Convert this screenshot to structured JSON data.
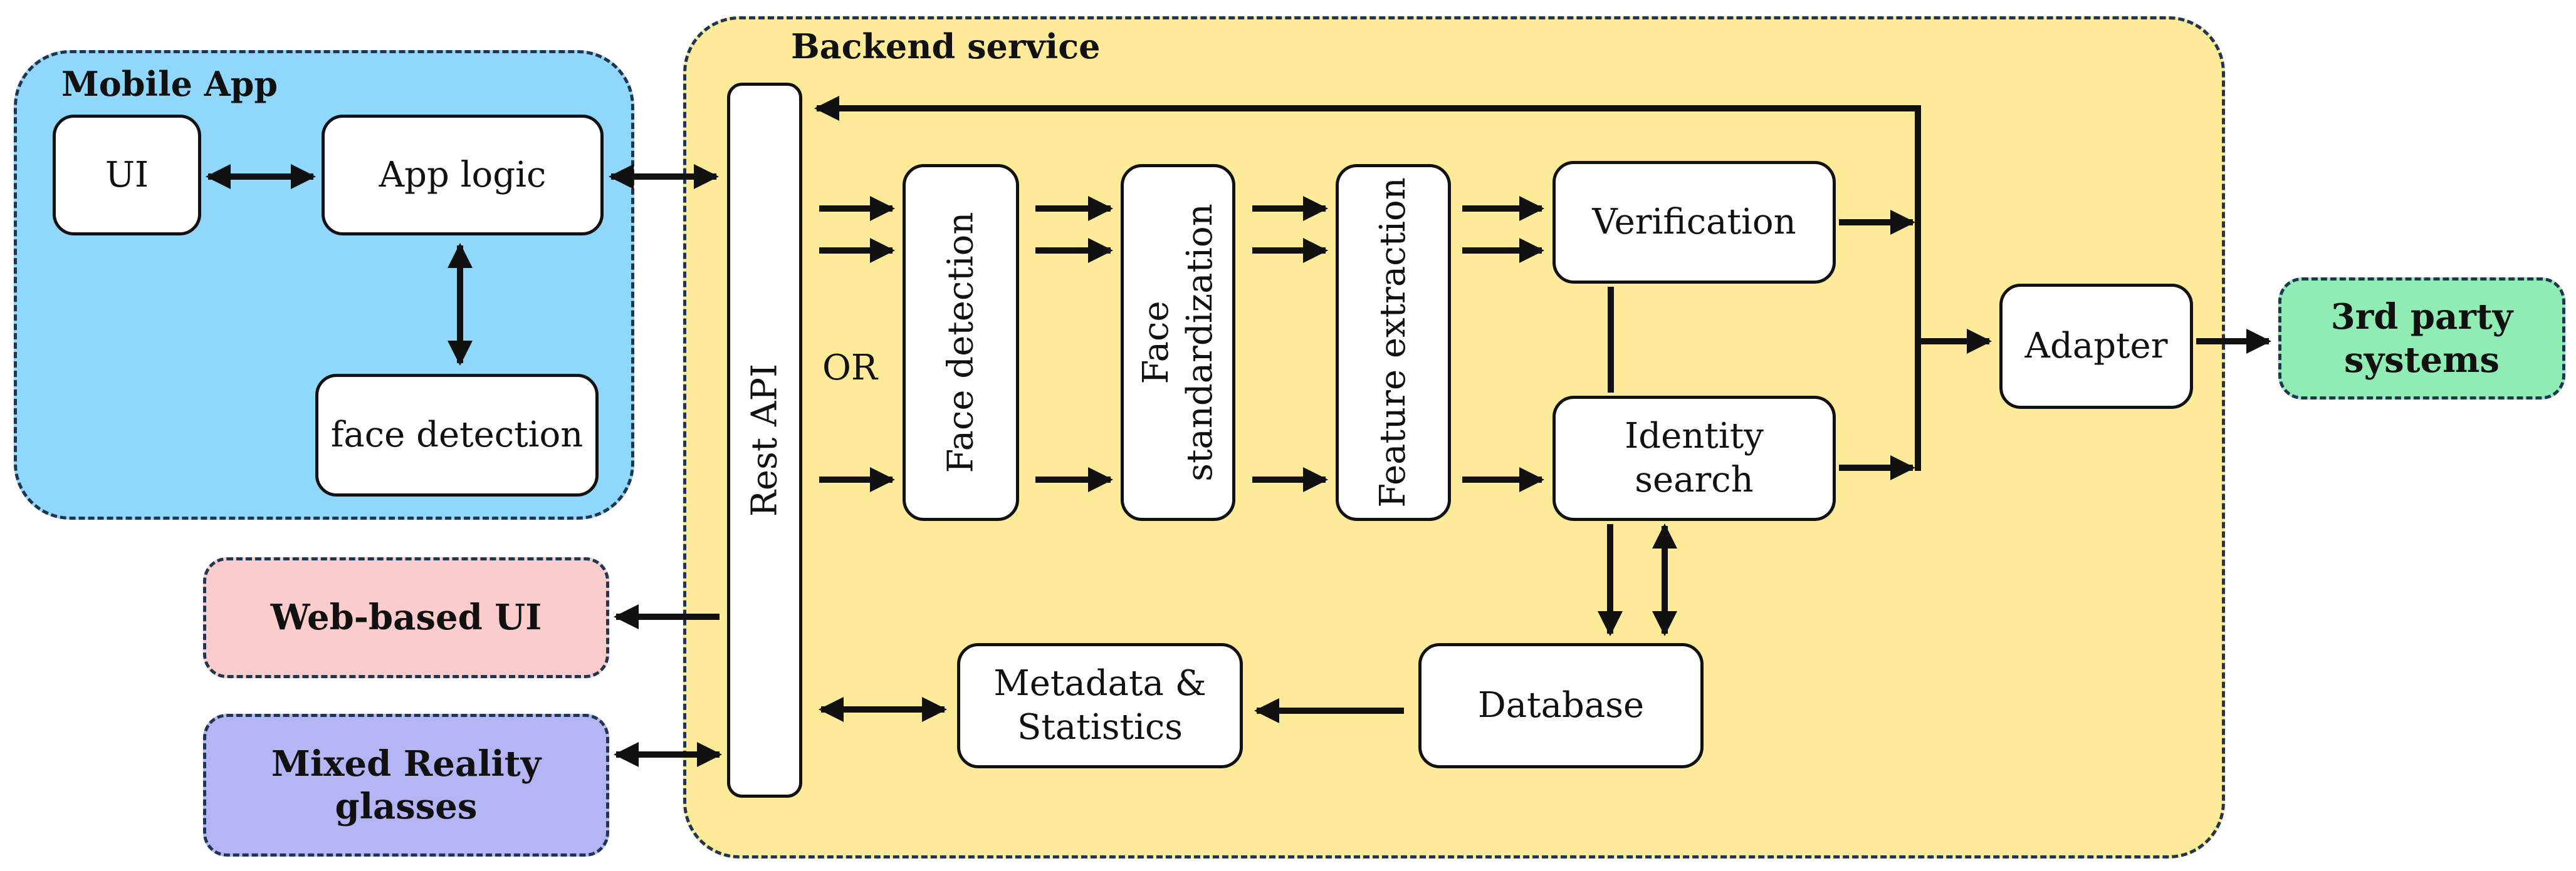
{
  "colors": {
    "mobile_app_bg": "#8fd7fb",
    "backend_bg": "#fdeb9a",
    "web_ui_bg": "#fbcccc",
    "mixed_reality_bg": "#b5b5f6",
    "third_party_bg": "#8eecb4",
    "line": "#111111",
    "dashed_border": "#1f3550"
  },
  "mobile_app": {
    "title": "Mobile App",
    "ui": "UI",
    "app_logic": "App logic",
    "face_detection": "face detection"
  },
  "backend": {
    "title": "Backend service",
    "rest_api": "Rest API",
    "or_label": "OR",
    "face_detection": "Face detection",
    "face_standardization_line1": "Face",
    "face_standardization_line2": "standardization",
    "feature_extraction": "Feature extraction",
    "verification": "Verification",
    "identity_search_line1": "Identity",
    "identity_search_line2": "search",
    "adapter": "Adapter",
    "database": "Database",
    "metadata_line1": "Metadata &",
    "metadata_line2": "Statistics"
  },
  "external": {
    "web_ui": "Web-based UI",
    "mixed_reality_line1": "Mixed Reality",
    "mixed_reality_line2": "glasses",
    "third_party_line1": "3rd party",
    "third_party_line2": "systems"
  }
}
